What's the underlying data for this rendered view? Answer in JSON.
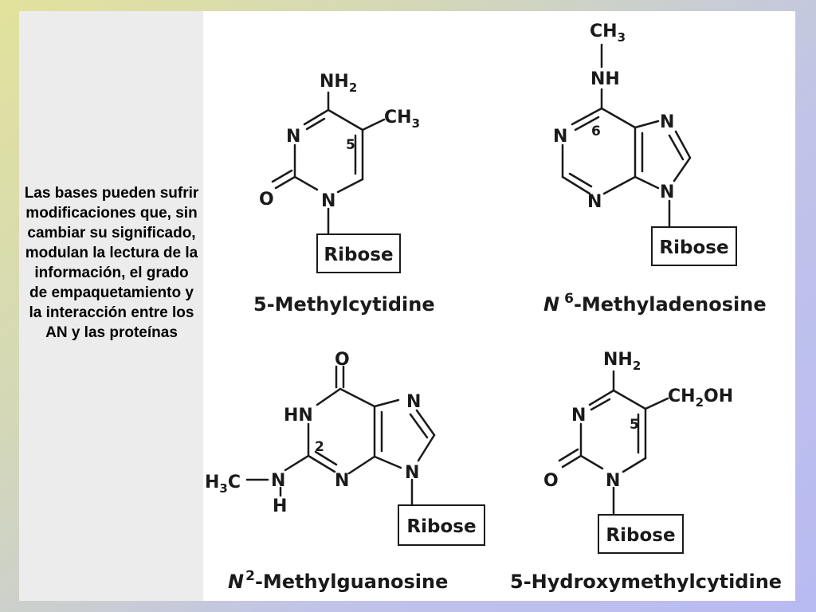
{
  "side_text": "Las bases pueden sufrir modificaciones que, sin cambiar su significado, modulan la lectura de la información, el grado de empaquetamiento y la interacción entre los AN y las proteínas",
  "ribose_label": "Ribose",
  "molecules": {
    "m5c": {
      "name": "5-Methylcytidine",
      "nh2_main": "NH",
      "nh2_sub": "2",
      "ch3_main": "CH",
      "ch3_sub": "3",
      "n3": "N",
      "n1": "N",
      "o": "O",
      "pos5": "5"
    },
    "m6a": {
      "name_prefix": "N",
      "name_sup": "6",
      "name_rest": "-Methyladenosine",
      "ch3_main": "CH",
      "ch3_sub": "3",
      "nh": "NH",
      "n1": "N",
      "n3": "N",
      "n7": "N",
      "n9": "N",
      "pos6": "6"
    },
    "m2g": {
      "name_prefix": "N",
      "name_sup": "2",
      "name_rest": "-Methylguanosine",
      "o": "O",
      "hn": "HN",
      "pos2": "2",
      "h3c_main": "H",
      "h3c_sub": "3",
      "h3c_tail": "C",
      "n_amine": "N",
      "h": "H",
      "n3": "N",
      "n7": "N",
      "n9": "N"
    },
    "hm5c": {
      "name": "5-Hydroxymethylcytidine",
      "nh2_main": "NH",
      "nh2_sub": "2",
      "ch2oh_pre": "CH",
      "ch2oh_sub": "2",
      "ch2oh_post": "OH",
      "n3": "N",
      "n1": "N",
      "o": "O",
      "pos5": "5"
    }
  }
}
